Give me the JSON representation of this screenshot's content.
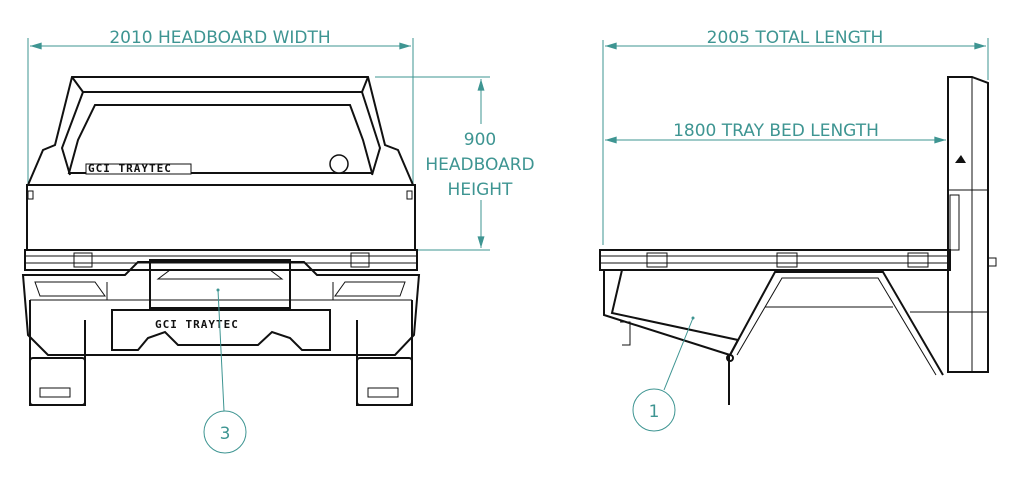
{
  "front_view": {
    "width_label": "2010 HEADBOARD WIDTH",
    "height_label": [
      "900",
      "HEADBOARD",
      "HEIGHT"
    ],
    "logo_text": "GCI TRAYTEC",
    "callout": "3"
  },
  "side_view": {
    "total_length_label": "2005 TOTAL LENGTH",
    "bed_length_label": "1800 TRAY BED LENGTH",
    "callout": "1"
  },
  "colors": {
    "dimension": "#3e9592",
    "line": "#111111"
  }
}
